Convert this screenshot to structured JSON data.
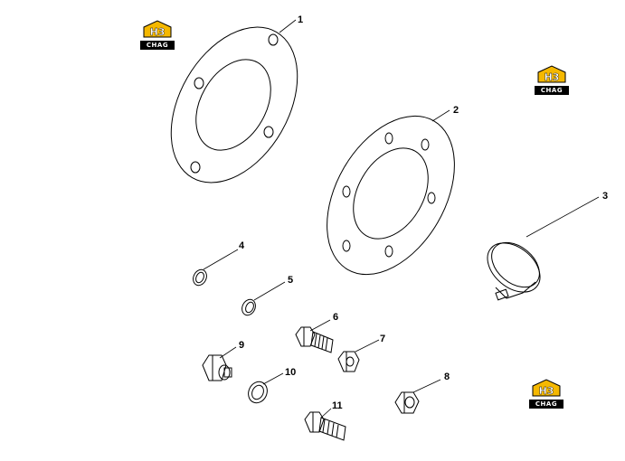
{
  "callouts": {
    "p1": "1",
    "p2": "2",
    "p3": "3",
    "p4": "4",
    "p5": "5",
    "p6": "6",
    "p7": "7",
    "p8": "8",
    "p9": "9",
    "p10": "10",
    "p11": "11"
  },
  "logo": {
    "mark": "H3",
    "word": "CHAG",
    "accent_color": "#f5b800"
  }
}
